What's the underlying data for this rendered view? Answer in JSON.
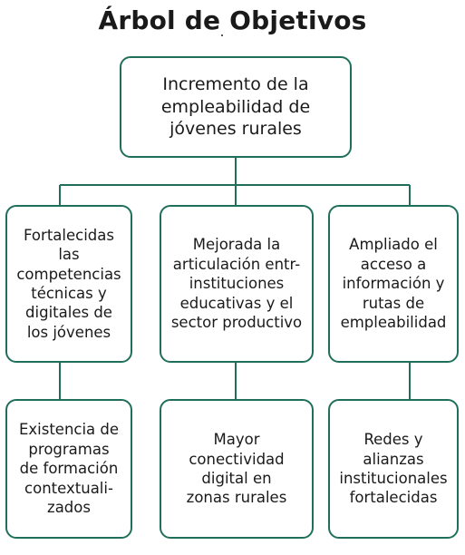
{
  "title": "Árbol de Objetivos",
  "colors": {
    "border": "#1f6f5a",
    "connector": "#1f6f5a"
  },
  "nodes": {
    "top": "Incremento de la\nempleabilidad de\njóvenes rurales",
    "mid": [
      "Fortalecidas\nlas\ncompetencias\ntécnicas y\ndigitales de\nlos jóvenes",
      "Mejorada la\narticulación entr-\ninstituciones\neducativas y el\nsector productivo",
      "Ampliado el\nacceso a\ninformación y\nrutas de\nempleabilidad"
    ],
    "bottom": [
      "Existencia de\nprogramas\nde formación\ncontextuali-\nzados",
      "Mayor\nconectividad\ndigital en\nzonas rurales",
      "Redes y\nalianzas\ninstitucionales\nfortalecidas"
    ]
  }
}
